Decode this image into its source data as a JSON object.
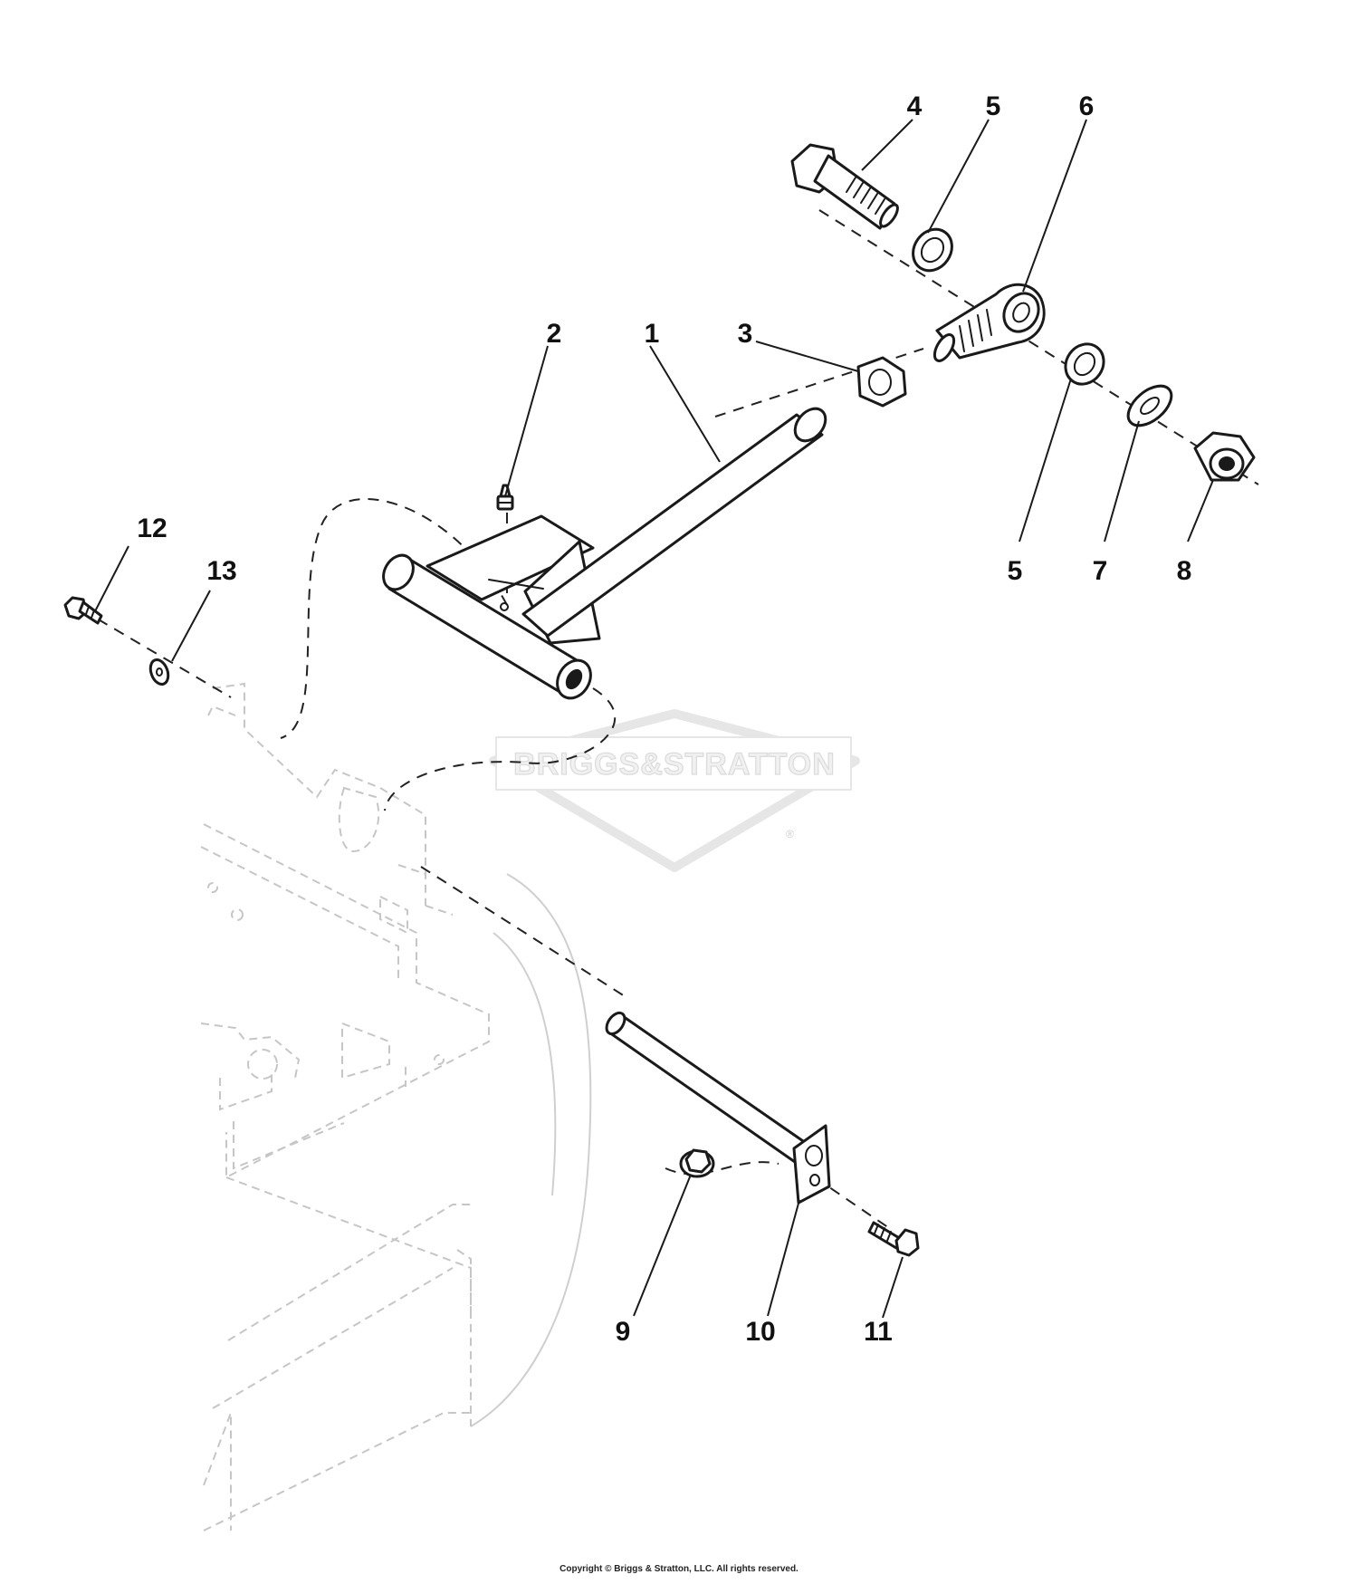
{
  "watermark": {
    "brand_text": "BRIGGS&STRATTON",
    "registered_mark": "®"
  },
  "callouts": [
    {
      "id": "1",
      "label": "1"
    },
    {
      "id": "2",
      "label": "2"
    },
    {
      "id": "3",
      "label": "3"
    },
    {
      "id": "4",
      "label": "4"
    },
    {
      "id": "5a",
      "label": "5"
    },
    {
      "id": "6",
      "label": "6"
    },
    {
      "id": "5b",
      "label": "5"
    },
    {
      "id": "7",
      "label": "7"
    },
    {
      "id": "8",
      "label": "8"
    },
    {
      "id": "9",
      "label": "9"
    },
    {
      "id": "10",
      "label": "10"
    },
    {
      "id": "11",
      "label": "11"
    },
    {
      "id": "12",
      "label": "12"
    },
    {
      "id": "13",
      "label": "13"
    }
  ],
  "footer": {
    "copyright": "Copyright © Briggs & Stratton, LLC. All rights reserved."
  }
}
